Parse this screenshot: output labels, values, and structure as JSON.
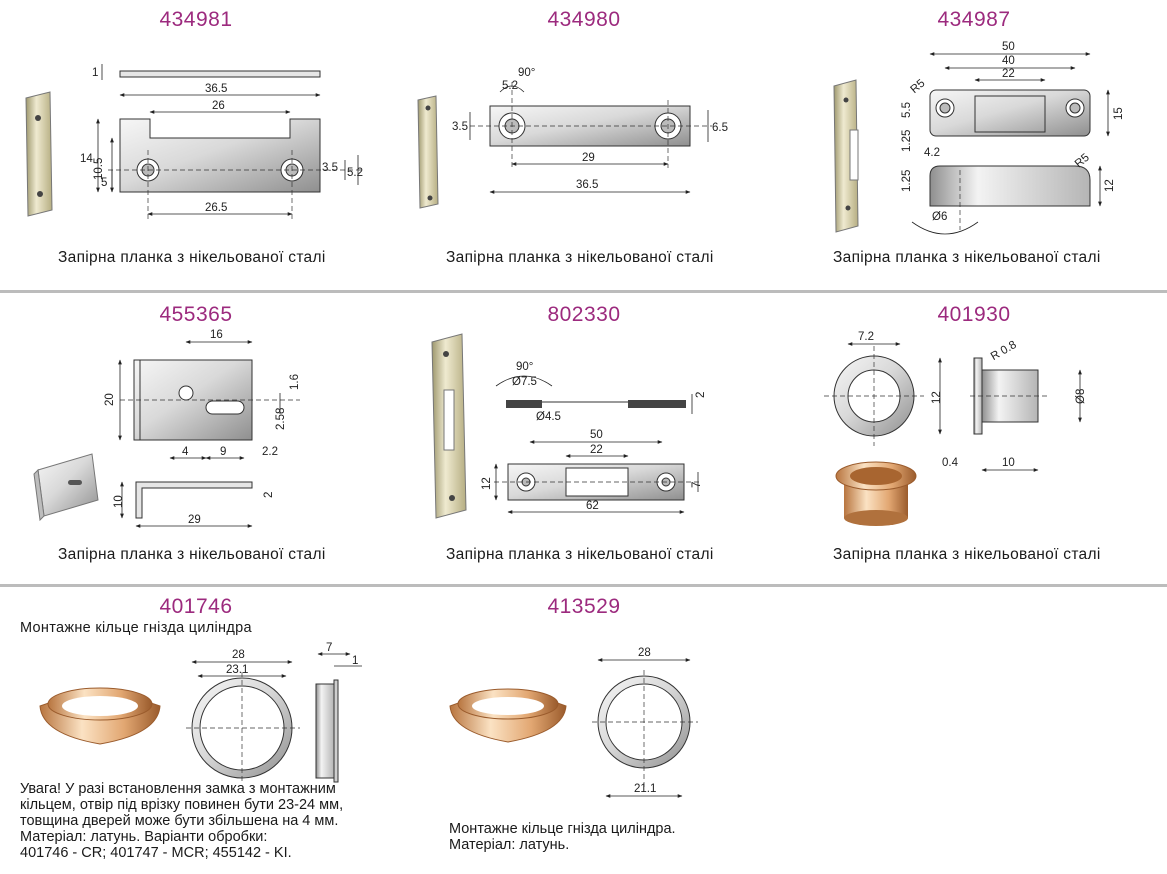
{
  "colors": {
    "code": "#9c2a7e",
    "divider": "#bcbcbc",
    "steel_light": "#f2f2f2",
    "steel_dark": "#8e8e8e",
    "brass": "#e7b98c"
  },
  "products": [
    {
      "code": "434981",
      "caption": "Запірна планка з нікельованої сталі",
      "dims": [
        "1",
        "36.5",
        "26",
        "14",
        "10.5",
        "5",
        "3.5",
        "5.2",
        "26.5"
      ]
    },
    {
      "code": "434980",
      "caption": "Запірна планка з нікельованої сталі",
      "dims": [
        "90°",
        "5.2",
        "3.5",
        "6.5",
        "29",
        "36.5"
      ]
    },
    {
      "code": "434987",
      "caption": "Запірна планка з нікельованої сталі",
      "dims": [
        "50",
        "40",
        "22",
        "R5",
        "5.5",
        "15",
        "1.25",
        "4.2",
        "R5",
        "1.25",
        "12",
        "Ø6"
      ]
    },
    {
      "code": "455365",
      "caption": "Запірна планка з нікельованої сталі",
      "dims": [
        "16",
        "20",
        "1.6",
        "2.58",
        "4",
        "9",
        "2.2",
        "10",
        "2",
        "29"
      ]
    },
    {
      "code": "802330",
      "caption": "Запірна планка з нікельованої сталі",
      "dims": [
        "90°",
        "Ø7.5",
        "Ø4.5",
        "2",
        "50",
        "22",
        "12",
        "7",
        "62"
      ]
    },
    {
      "code": "401930",
      "caption": "Запірна планка з нікельованої сталі",
      "dims": [
        "7.2",
        "R 0.8",
        "12",
        "Ø8",
        "0.4",
        "10"
      ]
    },
    {
      "code": "401746",
      "caption": "Монтажне кільце гнізда циліндра",
      "dims": [
        "28",
        "23.1",
        "7",
        "1"
      ],
      "note": [
        "Увага! У разі встановлення замка з монтажним",
        "кільцем, отвір під врізку повинен бути 23-24 мм,",
        "товщина дверей може бути збільшена на 4 мм.",
        "Матеріал: латунь. Варіанти обробки:",
        "401746 - CR; 401747 - MCR; 455142 - KI."
      ]
    },
    {
      "code": "413529",
      "dims": [
        "28",
        "21.1"
      ],
      "note": [
        "Монтажне кільце гнізда циліндра.",
        "Матеріал: латунь."
      ]
    }
  ]
}
